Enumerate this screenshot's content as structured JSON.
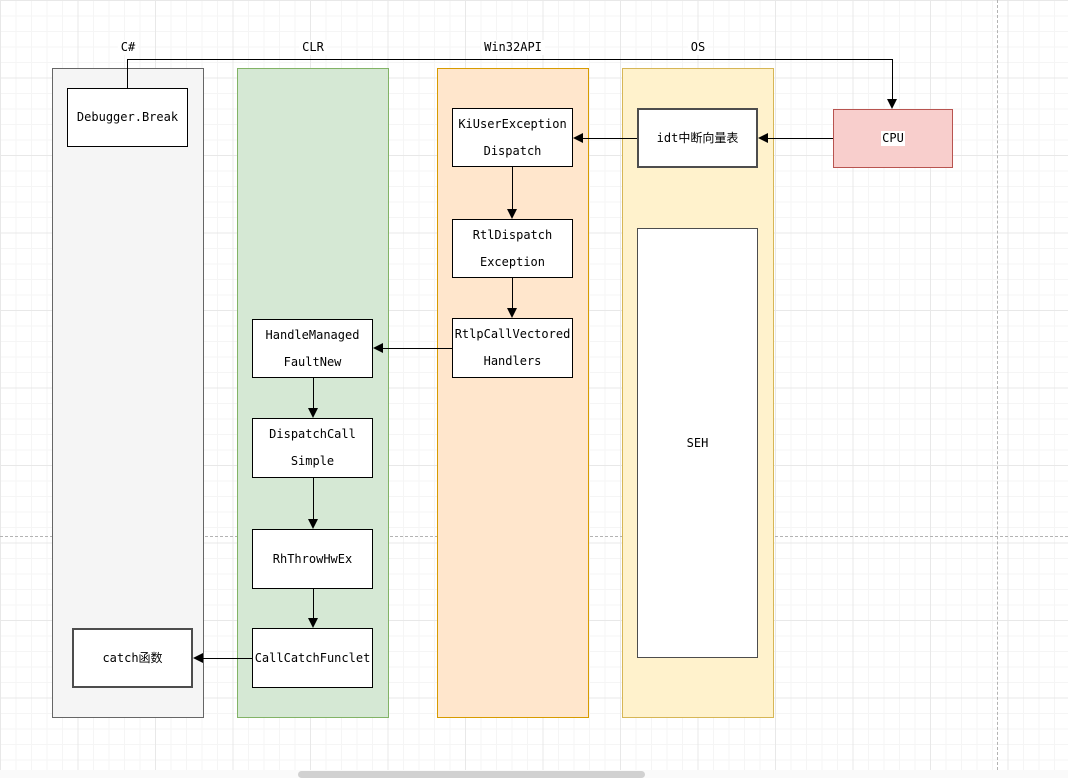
{
  "diagram": {
    "lane_headers": {
      "csharp": "C#",
      "clr": "CLR",
      "win32api": "Win32API",
      "os": "OS"
    },
    "nodes": {
      "debugger_break": "Debugger.Break",
      "kiuser_exception_dispatch": "KiUserException\nDispatch",
      "idt_table": "idt中断向量表",
      "cpu": "CPU",
      "rtl_dispatch_exception": "RtlDispatch\nException",
      "handle_managed_fault_new": "HandleManaged\nFaultNew",
      "rtlp_call_vectored_handlers": "RtlpCallVectored\nHandlers",
      "seh": "SEH",
      "dispatch_call_simple": "DispatchCall\nSimple",
      "rh_throw_hw_ex": "RhThrowHwEx",
      "call_catch_funclet": "CallCatchFunclet",
      "catch_function": "catch函数"
    },
    "edges": [
      {
        "from": "debugger_break",
        "to": "cpu"
      },
      {
        "from": "cpu",
        "to": "idt_table"
      },
      {
        "from": "idt_table",
        "to": "kiuser_exception_dispatch"
      },
      {
        "from": "kiuser_exception_dispatch",
        "to": "rtl_dispatch_exception"
      },
      {
        "from": "rtl_dispatch_exception",
        "to": "rtlp_call_vectored_handlers"
      },
      {
        "from": "rtlp_call_vectored_handlers",
        "to": "handle_managed_fault_new"
      },
      {
        "from": "handle_managed_fault_new",
        "to": "dispatch_call_simple"
      },
      {
        "from": "dispatch_call_simple",
        "to": "rh_throw_hw_ex"
      },
      {
        "from": "rh_throw_hw_ex",
        "to": "call_catch_funclet"
      },
      {
        "from": "call_catch_funclet",
        "to": "catch_function"
      }
    ],
    "colors": {
      "lane_csharp_fill": "#f5f5f5",
      "lane_csharp_border": "#666666",
      "lane_clr_fill": "#d5e8d4",
      "lane_clr_border": "#82b366",
      "lane_win32_fill": "#ffe6cc",
      "lane_win32_border": "#d79b00",
      "lane_os_fill": "#fff2cc",
      "lane_os_border": "#d6b656",
      "cpu_fill": "#f8cecc",
      "cpu_border": "#b85450",
      "edge_color": "#000000",
      "guide_dash_color": "#b3b3b3"
    }
  }
}
